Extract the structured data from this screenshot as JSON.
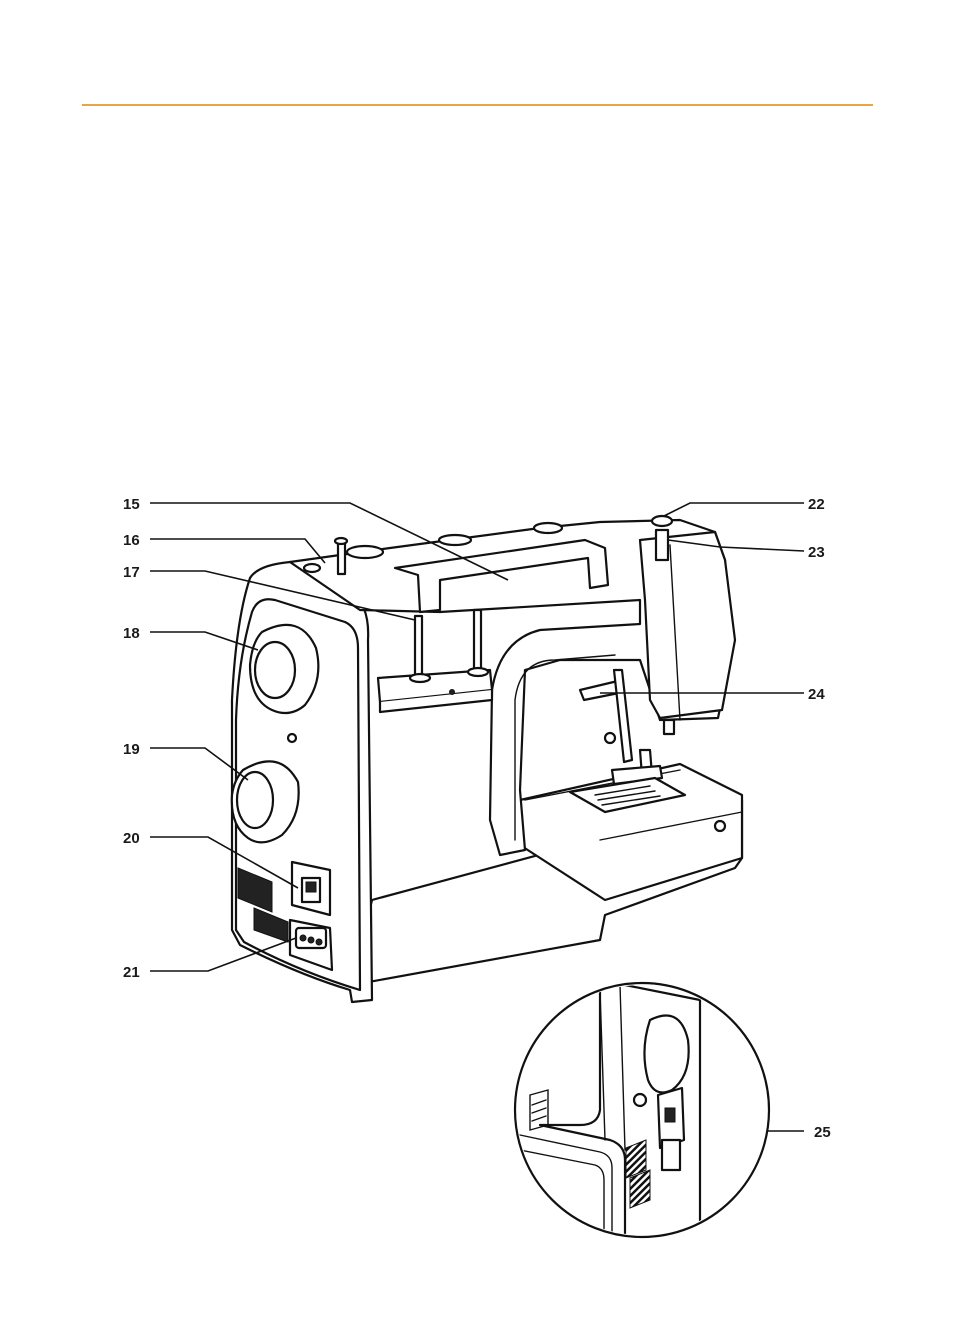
{
  "colors": {
    "accent_rule": "#E8A546",
    "ink": "#111111"
  },
  "callouts": {
    "c15": "15",
    "c16": "16",
    "c17": "17",
    "c18": "18",
    "c19": "19",
    "c20": "20",
    "c21": "21",
    "c22": "22",
    "c23": "23",
    "c24": "24",
    "c25": "25"
  }
}
